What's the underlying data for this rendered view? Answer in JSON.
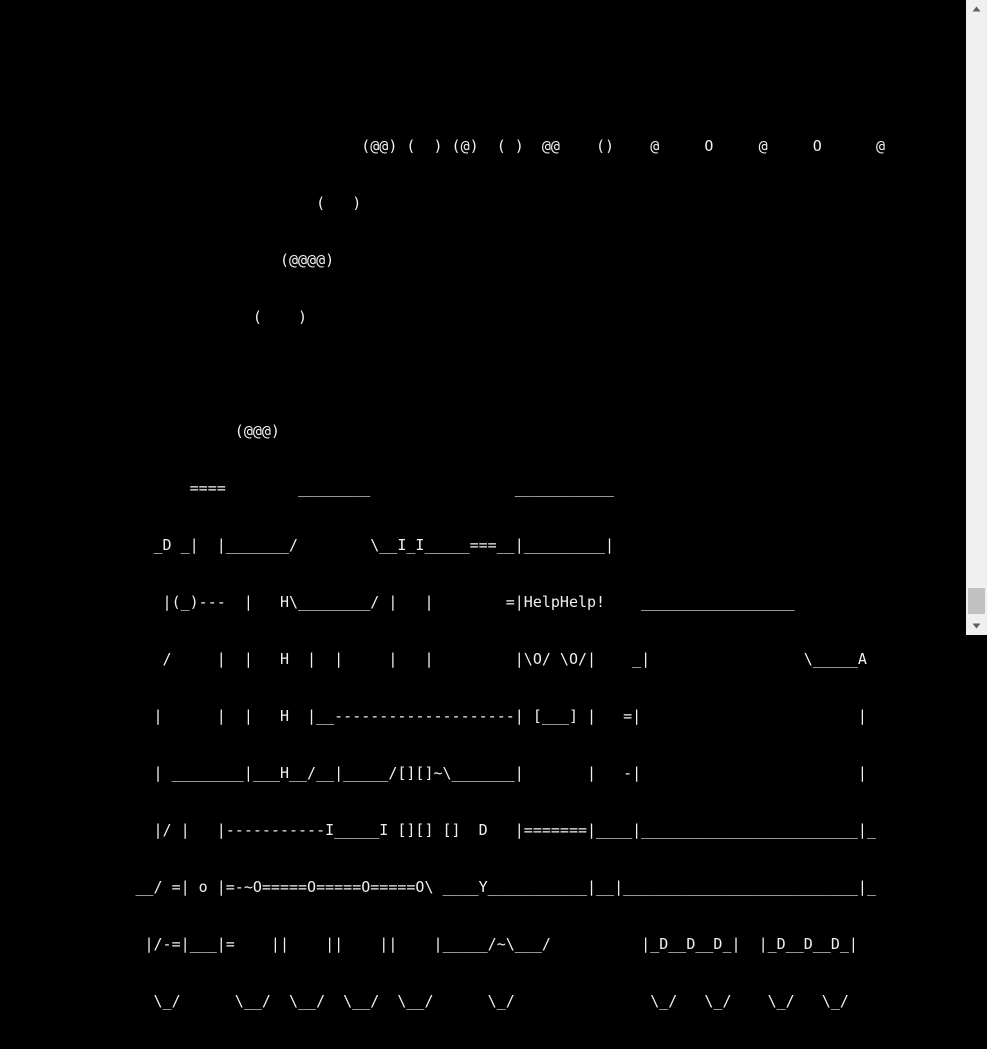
{
  "terminal": {
    "lines": [
      "                                        (@@) (  ) (@)  ( )  @@    ()    @     O     @     O      @",
      "                                   (   )",
      "                               (@@@@)",
      "                            (    )",
      "",
      "                          (@@@)",
      "                     ====        ________                ___________",
      "                 _D _|  |_______/        \\__I_I_____===__|_________|",
      "                  |(_)---  |   H\\________/ |   |        =|HelpHelp!    _________________",
      "                  /     |  |   H  |  |     |   |         |\\O/ \\O/|    _|                 \\_____A",
      "                 |      |  |   H  |__--------------------| [___] |   =|                        |",
      "                 | ________|___H__/__|_____/[][]~\\_______|       |   -|                        |",
      "                 |/ |   |-----------I_____I [][] []  D   |=======|____|________________________|_",
      "               __/ =| o |=-~O=====O=====O=====O\\ ____Y___________|__|__________________________|_",
      "                |/-=|___|=    ||    ||    ||    |_____/~\\___/          |_D__D__D_|  |_D__D__D_|",
      "                 \\_/      \\__/  \\__/  \\__/  \\__/      \\_/               \\_/   \\_/    \\_/   \\_/"
    ]
  },
  "scrollbar": {
    "up_icon": "▲",
    "down_icon": "▼",
    "thumb_position": 0.96
  },
  "colors": {
    "background": "#000000",
    "text": "#f0f0f0",
    "scrollbar_track": "#f0f0f0",
    "scrollbar_thumb": "#c1c1c1",
    "arrow": "#606060"
  }
}
